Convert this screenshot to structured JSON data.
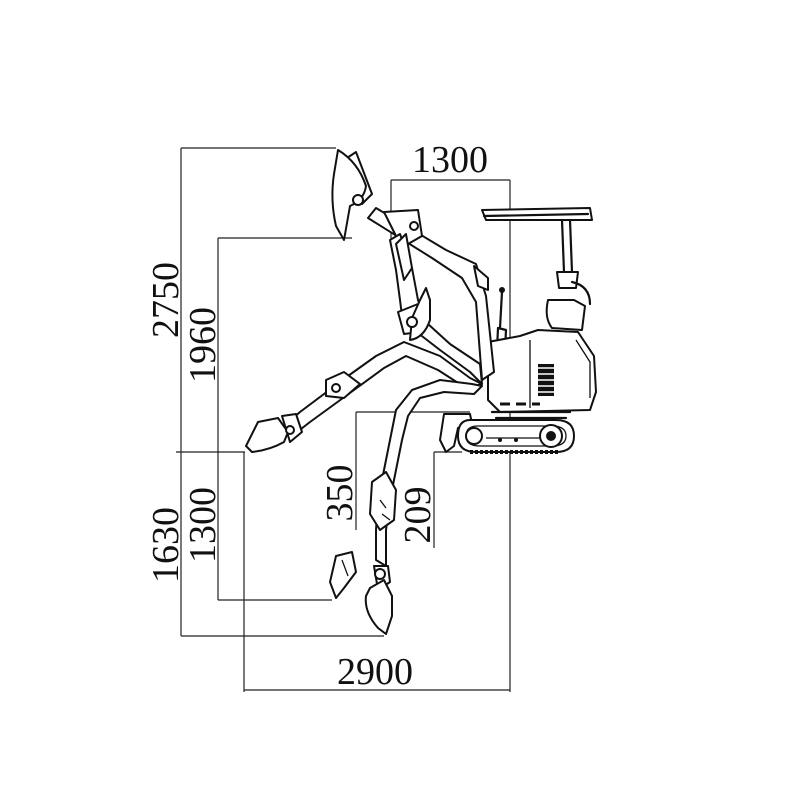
{
  "dimensions": {
    "machine_width": "1300",
    "max_dig_height": "2750",
    "max_dump_height": "1960",
    "max_dig_depth": "1630",
    "vertical_wall_depth": "1300",
    "blade_lift": "350",
    "blade_depth": "209",
    "max_reach": "2900"
  },
  "colors": {
    "line": "#111111",
    "background": "#ffffff"
  }
}
